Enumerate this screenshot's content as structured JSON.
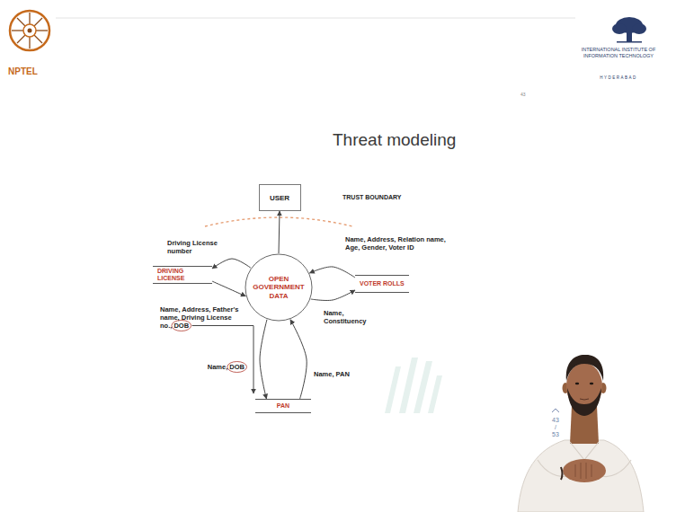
{
  "diagram": {
    "title": "Threat modeling",
    "nodes": [
      {
        "text": [
          "USER"
        ]
      },
      {
        "text": [
          "DRIVING LICENSE"
        ]
      },
      {
        "text": [
          "OPEN GOVERNMENT DATA"
        ]
      },
      {
        "text": [
          "VOTER ROLLS"
        ]
      },
      {
        "text": [
          "PAN"
        ]
      }
    ],
    "edges": [
      {
        "from": 2,
        "to": 0,
        "arrow": "to"
      },
      {
        "from": 2,
        "to": 1,
        "label": "Driving License number",
        "arrow": "to"
      },
      {
        "from": 1,
        "to": 2,
        "label": "Name, Address, Father's name, Driving License no., DOB",
        "arrow": "to"
      },
      {
        "from": 3,
        "to": 2,
        "label": "Name, Address, Relation name, Age, Gender, Voter ID",
        "arrow": "to"
      },
      {
        "from": 2,
        "to": 3,
        "label": "Name, Constituency",
        "arrow": "to"
      },
      {
        "from": 2,
        "to": 4,
        "label": "Name, DOB",
        "arrow": "to"
      },
      {
        "from": 4,
        "to": 2,
        "label": "Name, PAN",
        "arrow": "to"
      }
    ],
    "labels": [
      "TRUST BOUNDARY",
      "NPTEL",
      "INTERNATIONAL INSTITUTE OF INFORMATION TECHNOLOGY",
      "HYDERABAD",
      "43",
      "43",
      "/",
      "53"
    ]
  }
}
